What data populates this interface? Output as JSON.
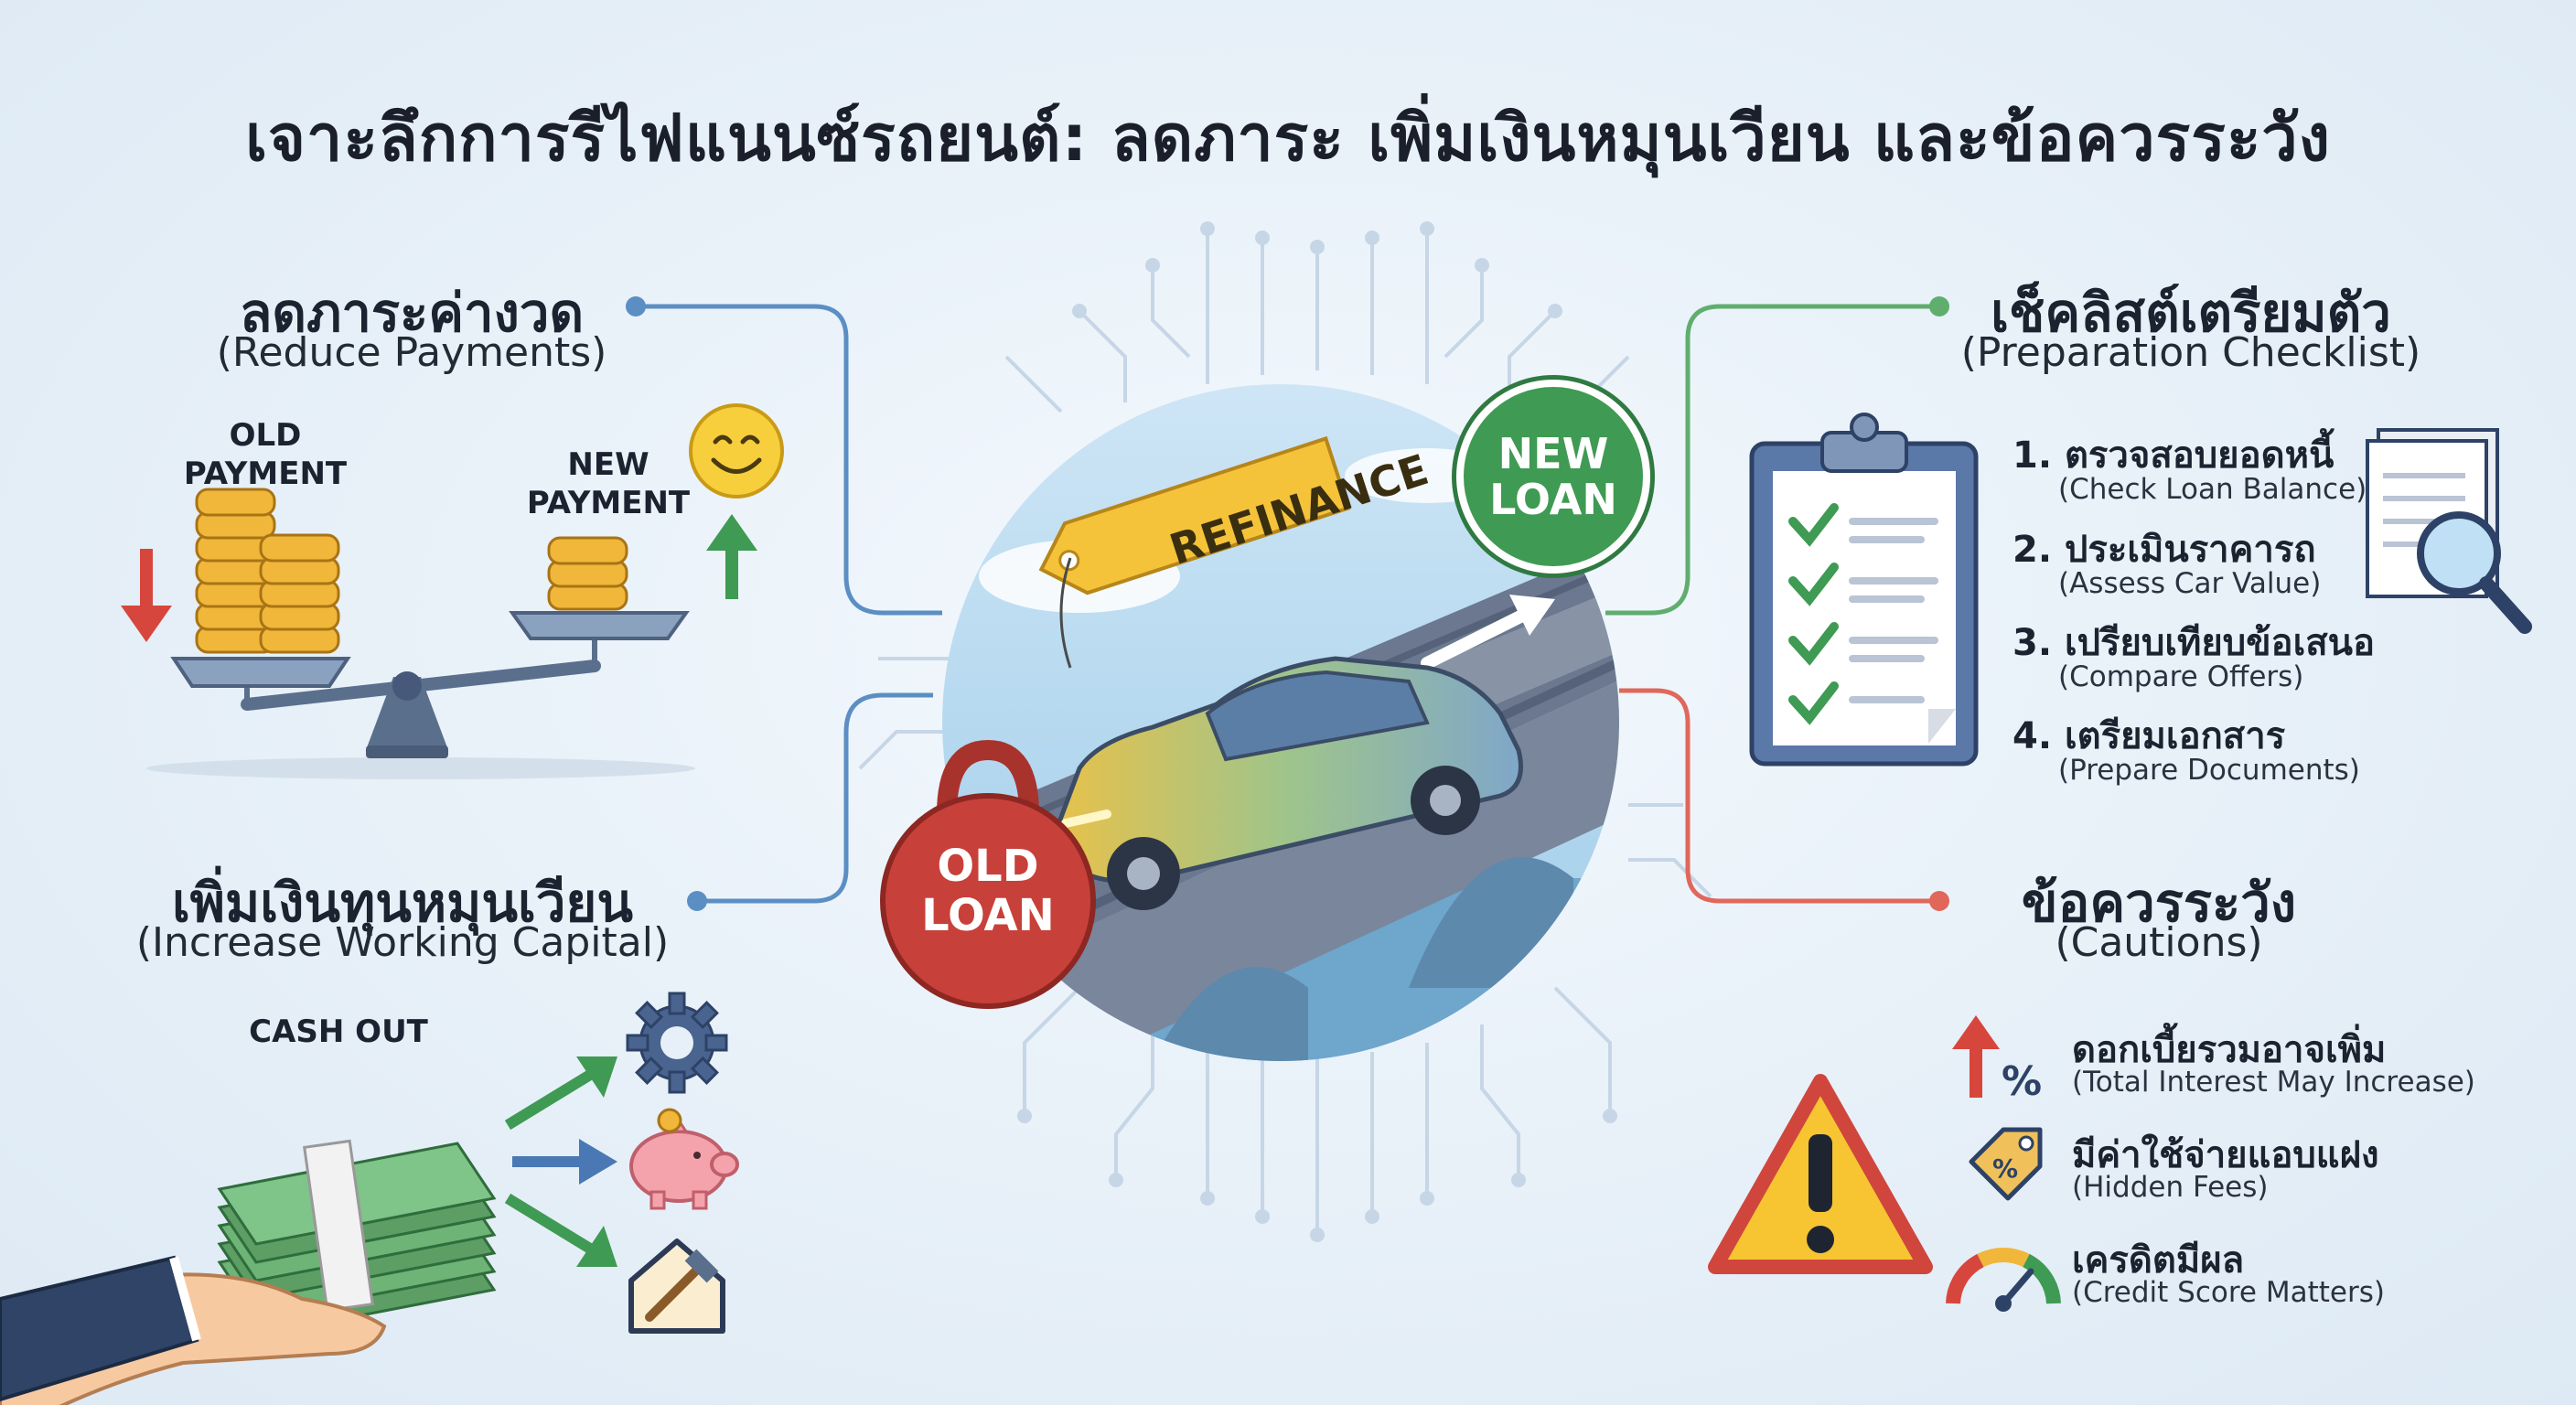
{
  "title": "เจาะลึกการรีไฟแนนซ์รถยนต์: ลดภาระ เพิ่มเงินหมุนเวียน และข้อควรระวัง",
  "colors": {
    "blue_line": "#5b8fc4",
    "green_line": "#5fae6e",
    "red_line": "#e0675a",
    "gold": "#f0b73a",
    "new_loan": "#3f9a53",
    "old_loan": "#c8403a"
  },
  "reduce": {
    "th": "ลดภาระค่างวด",
    "en": "(Reduce Payments)",
    "old_label": "OLD\nPAYMENT",
    "new_label": "NEW\nPAYMENT"
  },
  "capital": {
    "th": "เพิ่มเงินทุนหมุนเวียน",
    "en": "(Increase Working Capital)",
    "cash_out": "CASH OUT"
  },
  "center": {
    "refinance": "REFINANCE",
    "new_loan": "NEW\nLOAN",
    "old_loan": "OLD\nLOAN"
  },
  "checklist": {
    "th": "เช็คลิสต์เตรียมตัว",
    "en": "(Preparation Checklist)",
    "items": [
      {
        "th": "1. ตรวจสอบยอดหนี้",
        "en": "(Check Loan Balance)"
      },
      {
        "th": "2. ประเมินราคารถ",
        "en": "(Assess Car Value)"
      },
      {
        "th": "3. เปรียบเทียบข้อเสนอ",
        "en": "(Compare Offers)"
      },
      {
        "th": "4. เตรียมเอกสาร",
        "en": "(Prepare Documents)"
      }
    ]
  },
  "cautions": {
    "th": "ข้อควรระวัง",
    "en": "(Cautions)",
    "items": [
      {
        "th": "ดอกเบี้ยรวมอาจเพิ่ม",
        "en": "(Total Interest May Increase)",
        "icon": "interest-up-icon"
      },
      {
        "th": "มีค่าใช้จ่ายแอบแฝง",
        "en": "(Hidden Fees)",
        "icon": "price-tag-icon"
      },
      {
        "th": "เครดิตมีผล",
        "en": "(Credit Score Matters)",
        "icon": "gauge-icon"
      }
    ]
  }
}
